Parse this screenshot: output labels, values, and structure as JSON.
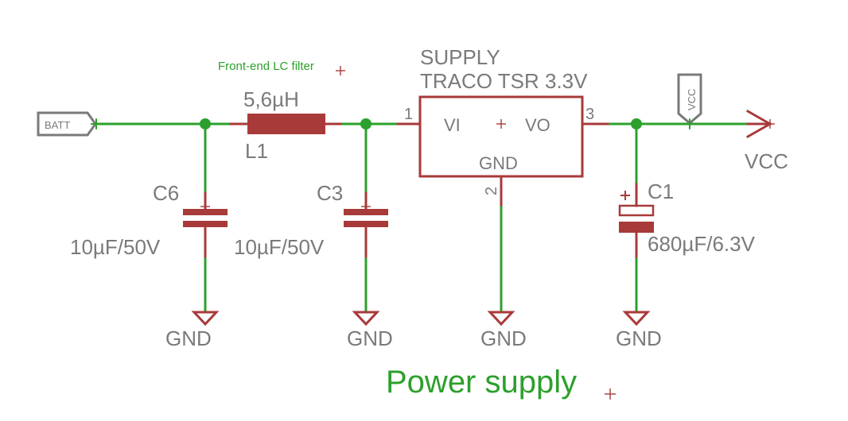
{
  "schematic": {
    "title": "Power supply",
    "filter_note": "Front-end LC filter",
    "battery_port": {
      "label": "BATT"
    },
    "inductor": {
      "name": "L1",
      "value": "5,6µH"
    },
    "capacitors": [
      {
        "name": "C6",
        "value": "10µF/50V"
      },
      {
        "name": "C3",
        "value": "10µF/50V"
      },
      {
        "name": "C1",
        "value": "680µF/6.3V"
      }
    ],
    "regulator": {
      "name": "SUPPLY",
      "value": "TRACO TSR 3.3V",
      "pin_vi": "VI",
      "pin_vo": "VO",
      "pin_gnd": "GND",
      "pin1": "1",
      "pin2": "2",
      "pin3": "3"
    },
    "ground_labels": [
      "GND",
      "GND",
      "GND",
      "GND"
    ],
    "vcc_port": {
      "label": "VCC"
    },
    "vcc_supply": {
      "label": "VCC"
    },
    "colors": {
      "wire": "#2ca02c",
      "component": "#a83a3a",
      "label": "#7a7a7a",
      "note": "#2ca02c"
    }
  }
}
